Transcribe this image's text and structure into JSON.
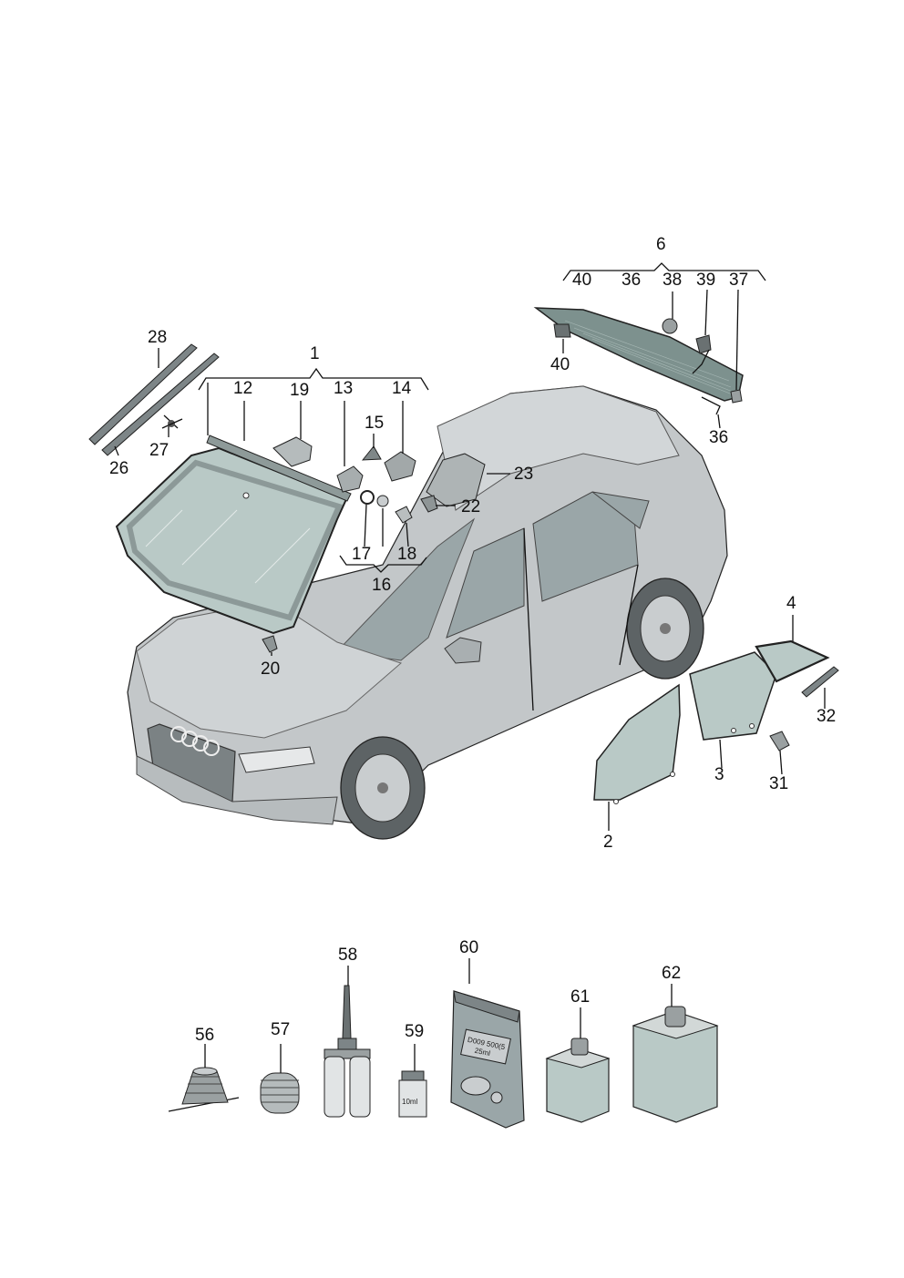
{
  "labels": {
    "l1": "1",
    "l2": "2",
    "l3": "3",
    "l4": "4",
    "l6": "6",
    "l12": "12",
    "l13": "13",
    "l14": "14",
    "l15": "15",
    "l16": "16",
    "l17": "17",
    "l18": "18",
    "l19": "19",
    "l20": "20",
    "l22": "22",
    "l23": "23",
    "l26": "26",
    "l27": "27",
    "l28": "28",
    "l31": "31",
    "l32": "32",
    "l36a": "36",
    "l36b": "36",
    "l37": "37",
    "l38": "38",
    "l39": "39",
    "l40a": "40",
    "l40b": "40",
    "l56": "56",
    "l57": "57",
    "l58": "58",
    "l59": "59",
    "l60": "60",
    "l61": "61",
    "l62": "62"
  },
  "package_text": {
    "vial_volume": "10ml",
    "bag_line1": "D009 500(5",
    "bag_line2": "25ml"
  },
  "colors": {
    "glass": "#b9c9c6",
    "glass_dark": "#7d918e",
    "body": "#c3c7c9",
    "body_dark": "#8f9597",
    "outline": "#222222"
  }
}
